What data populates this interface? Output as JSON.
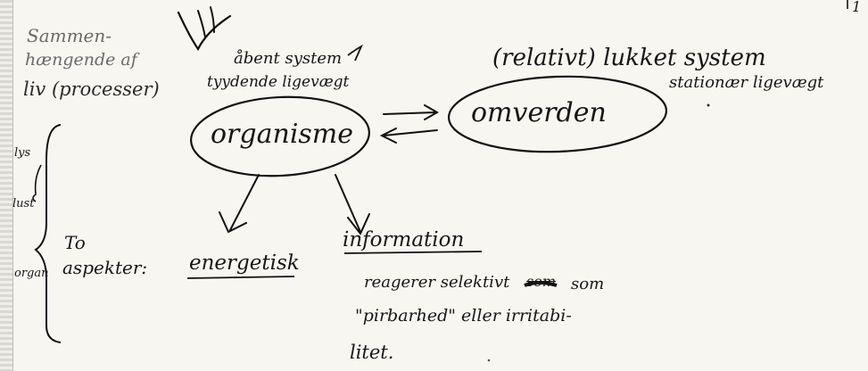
{
  "page_number": "1",
  "left_note": {
    "line1": "Sammen-",
    "line2": "hængende af",
    "line3": "liv (processer)"
  },
  "top_left_note": {
    "line1": "åbent system",
    "line2": "tyydende ligevægt"
  },
  "top_right_note": {
    "line1": "(relativt) lukket system",
    "line2": "stationær ligevægt"
  },
  "node_left": "organisme",
  "node_right": "omverden",
  "margin_labels": [
    "lys",
    "lust",
    "organ"
  ],
  "aspects_label": {
    "line1": "To",
    "line2": "aspekter:"
  },
  "branch_left": "energetisk",
  "branch_right": "information",
  "info_note": {
    "line1": "reagerer selektivt",
    "line1_struck": "som",
    "line1_tail": "som",
    "line2": "\"pirbarhed\" eller irritabi-",
    "line3": "litet."
  }
}
